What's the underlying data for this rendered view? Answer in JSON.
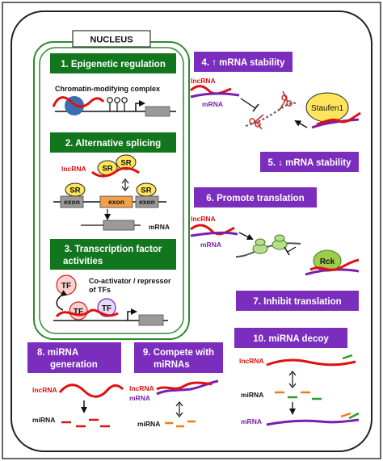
{
  "nucleus": {
    "title": "NUCLEUS"
  },
  "boxes": {
    "b1": "1. Epigenetic regulation",
    "b2": "2. Alternative splicing",
    "b3_line1": "3. Transcription factor",
    "b3_line2": "activities",
    "b4": "4. ↑ mRNA stability",
    "b5": "5. ↓ mRNA stability",
    "b6": "6. Promote translation",
    "b7": "7. Inhibit translation",
    "b8_line1": "8. miRNA",
    "b8_line2": "generation",
    "b9_line1": "9. Compete with",
    "b9_line2": "miRNAs",
    "b10": "10. miRNA decoy"
  },
  "labels": {
    "chromatin": "Chromatin-modifying complex",
    "lncrna": "lncRNA",
    "mrna": "mRNA",
    "mirna": "miRNA",
    "sr": "SR",
    "exon": "exon",
    "tf": "TF",
    "coactivator_line1": "Co-activator / repressor",
    "coactivator_line2": "of TFs",
    "staufen": "Staufen1",
    "rck": "Rck"
  },
  "colors": {
    "green_box": "#12761e",
    "purple_box": "#7b2ebd",
    "lncrna": "#e01010",
    "mrna": "#7a1fb0",
    "mirna_orange": "#f07a12",
    "mirna_green": "#2a9a2a",
    "yellow_protein": "#ffe55c",
    "nucleus_border": "#2e8a2e"
  }
}
